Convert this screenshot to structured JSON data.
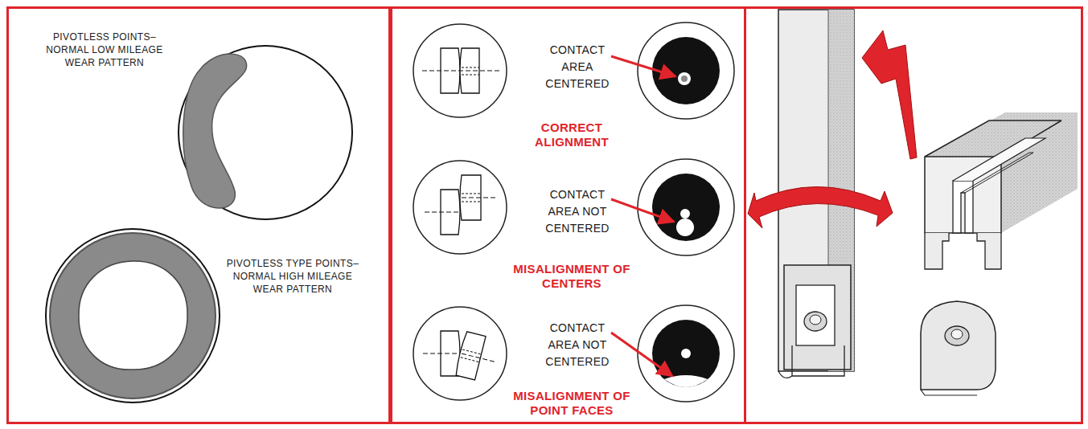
{
  "diagram": {
    "nodes": [
      {
        "text": [
          "PIVOTLESS POINTS– NORMAL LOW MILEAGE WEAR PATTERN",
          "PIVOTLESS TYPE POINTS– NORMAL HIGH MILEAGE WEAR PATTERN"
        ]
      },
      {
        "text": [
          "CONTACT AREA CENTERED",
          "CORRECT ALIGNMENT",
          "CONTACT AREA NOT CENTERED",
          "MISALIGNMENT OF CENTERS",
          "CONTACT AREA NOT CENTERED",
          "MISALIGNMENT OF POINT FACES"
        ]
      }
    ]
  }
}
